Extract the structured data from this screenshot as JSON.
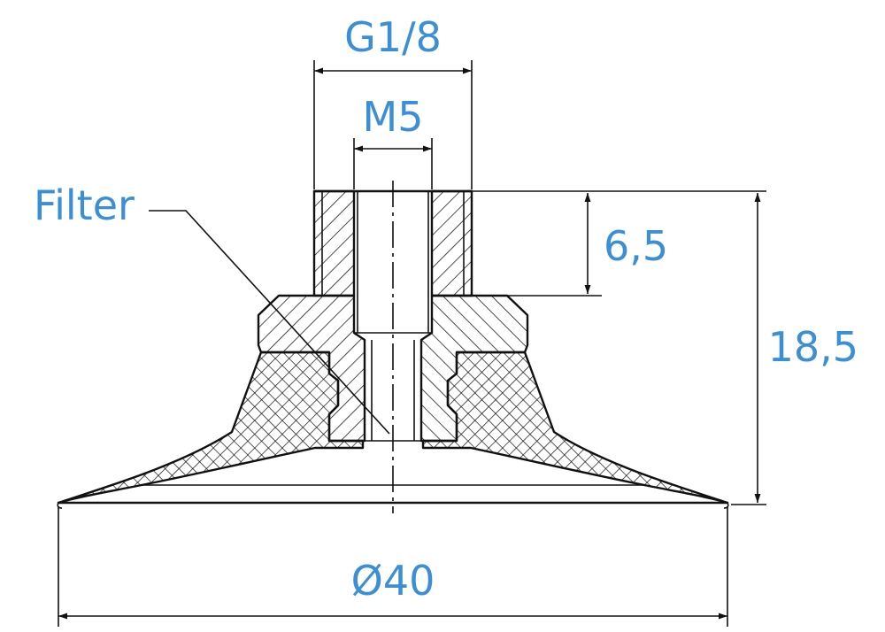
{
  "labels": {
    "thread_outer": "G1/8",
    "thread_inner": "M5",
    "filter": "Filter",
    "thread_depth": "6,5",
    "overall_height": "18,5",
    "diameter": "Ø40"
  },
  "colors": {
    "dimension_text": "#3b8fd4",
    "line": "#111111"
  }
}
